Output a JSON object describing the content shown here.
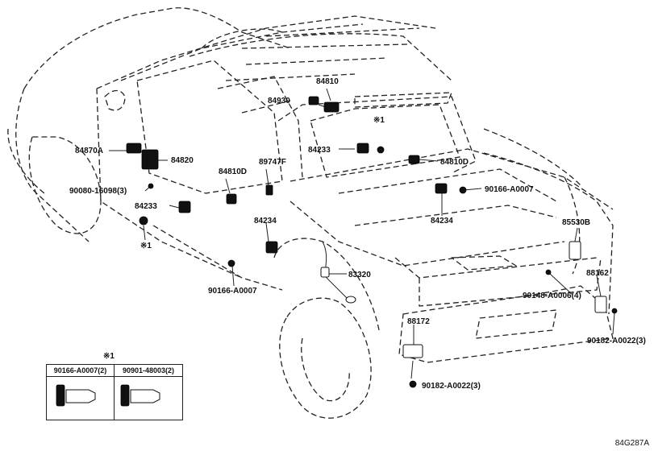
{
  "diagram": {
    "figure_code": "84G287A",
    "callouts": {
      "c84810_top": "84810",
      "c84930": "84930",
      "cmark_top": "※1",
      "c84233_right": "84233",
      "c84810D_right": "84810D",
      "c84870A": "84870A",
      "c84820": "84820",
      "c84810D_mid": "84810D",
      "c89747F": "89747F",
      "c90080": "90080-16098(3)",
      "c90166_right": "90166-A0007",
      "c84233_left": "84233",
      "c84234_mid": "84234",
      "c84234_right": "84234",
      "c85530B": "85530B",
      "cmark_left": "※1",
      "c83320": "83320",
      "c90166_bottom": "90166-A0007",
      "c88162": "88162",
      "c90148": "90148-A0006(4)",
      "c88172": "88172",
      "c90182_right": "90182-A0022(3)",
      "c90182_bottom": "90182-A0022(3)"
    },
    "legend": {
      "title": "※1",
      "col1": "90166-A0007(2)",
      "col2": "90901-48003(2)"
    }
  }
}
